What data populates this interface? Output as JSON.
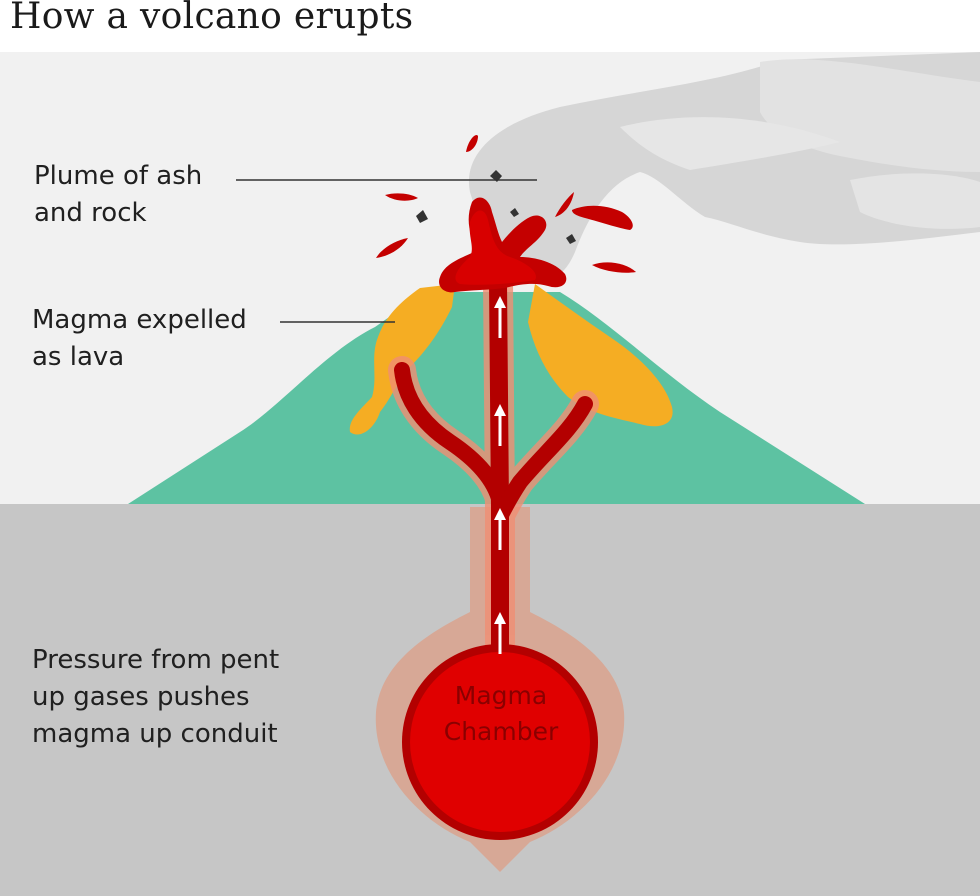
{
  "title": "How a volcano erupts",
  "labels": {
    "plume": [
      "Plume of ash",
      "and rock"
    ],
    "lava": [
      "Magma expelled",
      "as lava"
    ],
    "pressure": [
      "Pressure from pent",
      "up gases pushes",
      "magma up conduit"
    ],
    "chamber": [
      "Magma",
      "Chamber"
    ]
  },
  "colors": {
    "sky": "#f1f1f1",
    "ground": "#c6c6c6",
    "mountain": "#5dc2a2",
    "lava": "#f5ad23",
    "magma": "#e00000",
    "magma_dark": "#b30000",
    "crust_halo": "#d7a896",
    "smoke": "#d8d8d8",
    "leader_line": "#333333"
  }
}
